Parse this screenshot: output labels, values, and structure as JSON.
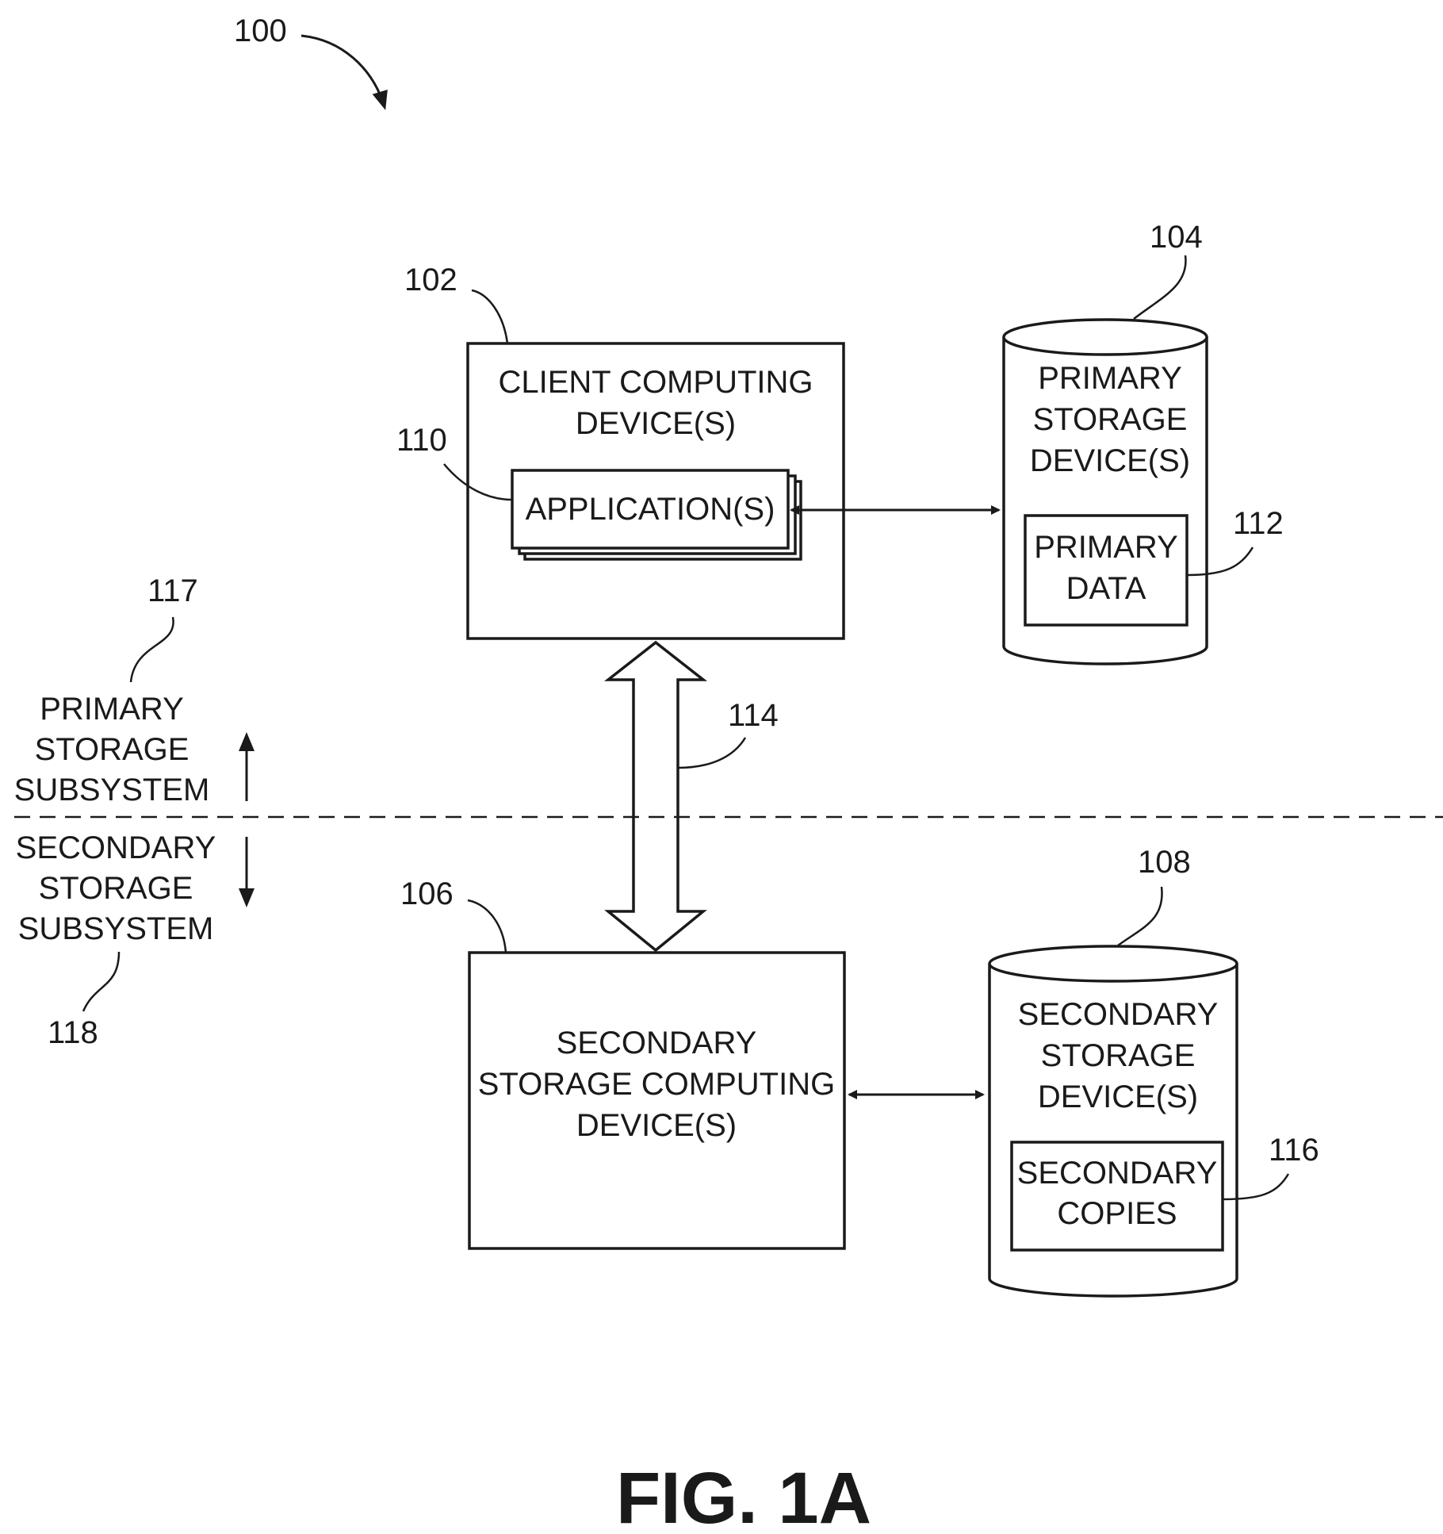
{
  "refs": {
    "system": "100",
    "client": "102",
    "primary_storage": "104",
    "secondary_computing": "106",
    "secondary_storage": "108",
    "application": "110",
    "primary_data": "112",
    "link": "114",
    "secondary_copies": "116",
    "primary_subsystem": "117",
    "secondary_subsystem": "118"
  },
  "client_box": {
    "line1": "CLIENT COMPUTING",
    "line2": "DEVICE(S)"
  },
  "application_box": {
    "label": "APPLICATION(S)"
  },
  "primary_storage_device": {
    "line1": "PRIMARY",
    "line2": "STORAGE",
    "line3": "DEVICE(S)"
  },
  "primary_data_box": {
    "line1": "PRIMARY",
    "line2": "DATA"
  },
  "secondary_computing_box": {
    "line1": "SECONDARY",
    "line2": "STORAGE COMPUTING",
    "line3": "DEVICE(S)"
  },
  "secondary_storage_device": {
    "line1": "SECONDARY",
    "line2": "STORAGE",
    "line3": "DEVICE(S)"
  },
  "secondary_copies_box": {
    "line1": "SECONDARY",
    "line2": "COPIES"
  },
  "primary_subsystem_label": {
    "line1": "PRIMARY",
    "line2": "STORAGE",
    "line3": "SUBSYSTEM"
  },
  "secondary_subsystem_label": {
    "line1": "SECONDARY",
    "line2": "STORAGE",
    "line3": "SUBSYSTEM"
  },
  "figure_caption": "FIG. 1A"
}
